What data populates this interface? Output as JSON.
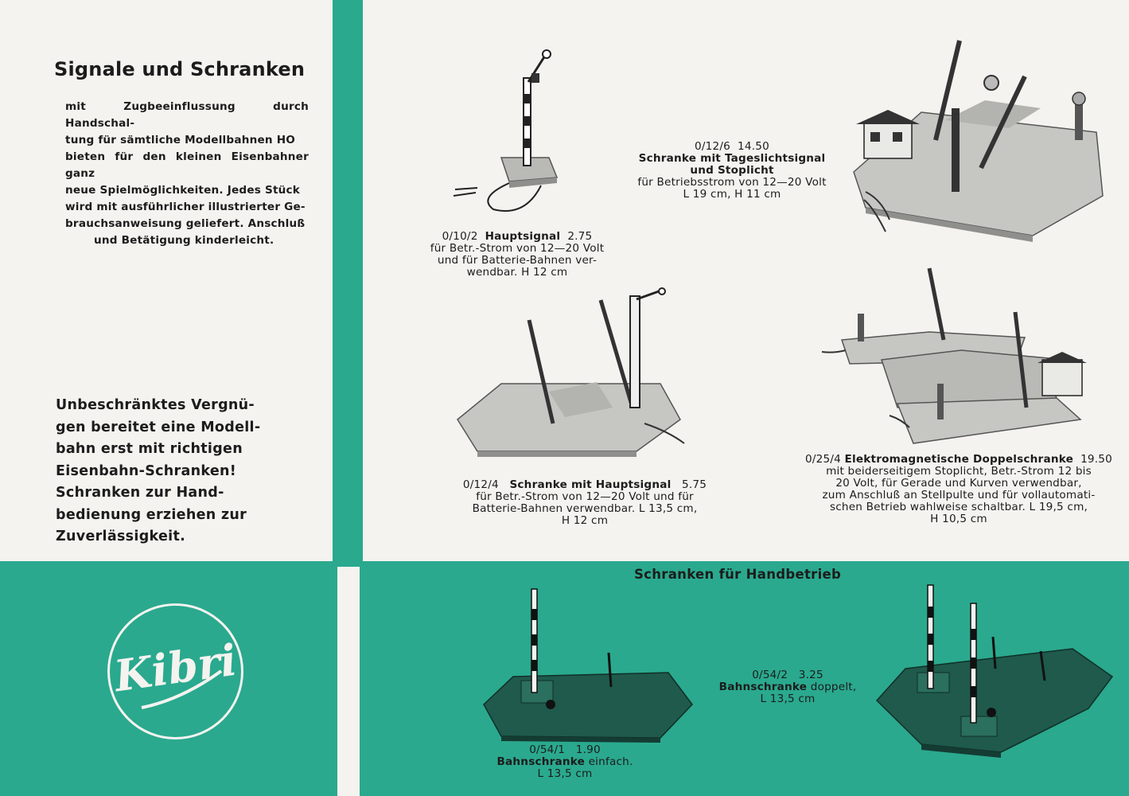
{
  "left": {
    "title": "Signale und Schranken",
    "intro_lines": [
      "mit Zugbeeinflussung durch Handschal-",
      "tung für sämtliche Modellbahnen HO",
      "bieten für den kleinen Eisenbahner ganz",
      "neue Spielmöglichkeiten. Jedes Stück",
      "wird mit ausführlicher illustrierter Ge-",
      "brauchsanweisung geliefert. Anschluß",
      "und Betätigung kinderleicht."
    ],
    "claim_lines": [
      "Unbeschränktes Vergnü-",
      "gen bereitet eine Modell-",
      "bahn erst mit richtigen",
      "Eisenbahn-Schranken!",
      "Schranken zur Hand-",
      "bedienung erziehen zur",
      "Zuverlässigkeit."
    ]
  },
  "products": {
    "p0102": {
      "number": "0/10/2",
      "name": "Hauptsignal",
      "price": "2.75",
      "desc_lines": [
        "für Betr.-Strom von 12—20 Volt",
        "und für Batterie-Bahnen ver-",
        "wendbar. H 12 cm"
      ]
    },
    "p0126": {
      "number": "0/12/6",
      "price": "14.50",
      "name_lines": [
        "Schranke mit Tageslichtsignal",
        "und Stoplicht"
      ],
      "desc_lines": [
        "für Betriebsstrom von 12—20 Volt",
        "L 19 cm, H 11 cm"
      ]
    },
    "p0124": {
      "number": "0/12/4",
      "name": "Schranke mit Hauptsignal",
      "price": "5.75",
      "desc_lines": [
        "für Betr.-Strom von 12—20 Volt und für",
        "Batterie-Bahnen verwendbar. L 13,5 cm,",
        "H 12 cm"
      ]
    },
    "p0254": {
      "number": "0/25/4",
      "name": "Elektromagnetische Doppelschranke",
      "price": "19.50",
      "desc_lines": [
        "mit beiderseitigem Stoplicht, Betr.-Strom 12 bis",
        "20 Volt, für Gerade und Kurven verwendbar,",
        "zum Anschluß an Stellpulte und für vollautomati-",
        "schen Betrieb wahlweise schaltbar. L 19,5 cm,",
        "H 10,5 cm"
      ]
    }
  },
  "bottom": {
    "section_title": "Schranken für Handbetrieb",
    "logo": "Kibri",
    "p0541": {
      "number": "0/54/1",
      "price": "1.90",
      "name": "Bahnschranke",
      "suffix": "einfach.",
      "size": "L 13,5 cm"
    },
    "p0542": {
      "number": "0/54/2",
      "price": "3.25",
      "name": "Bahnschranke",
      "suffix": "doppelt,",
      "size": "L 13,5 cm"
    }
  },
  "colors": {
    "accent": "#2aa98e",
    "paper": "#f4f3ef",
    "ink": "#1c1c1c"
  }
}
